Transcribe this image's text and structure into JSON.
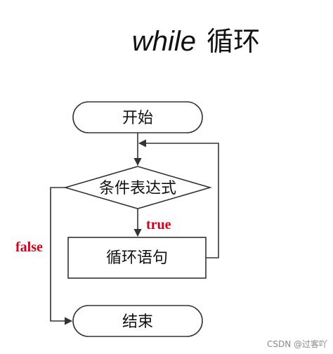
{
  "title": {
    "keyword": "while",
    "text": "循环"
  },
  "nodes": {
    "start": "开始",
    "condition": "条件表达式",
    "body": "循环语句",
    "end": "结束"
  },
  "branches": {
    "true_label": "true",
    "false_label": "false",
    "label_color": "#d0021b"
  },
  "watermark": "CSDN @过客吖"
}
